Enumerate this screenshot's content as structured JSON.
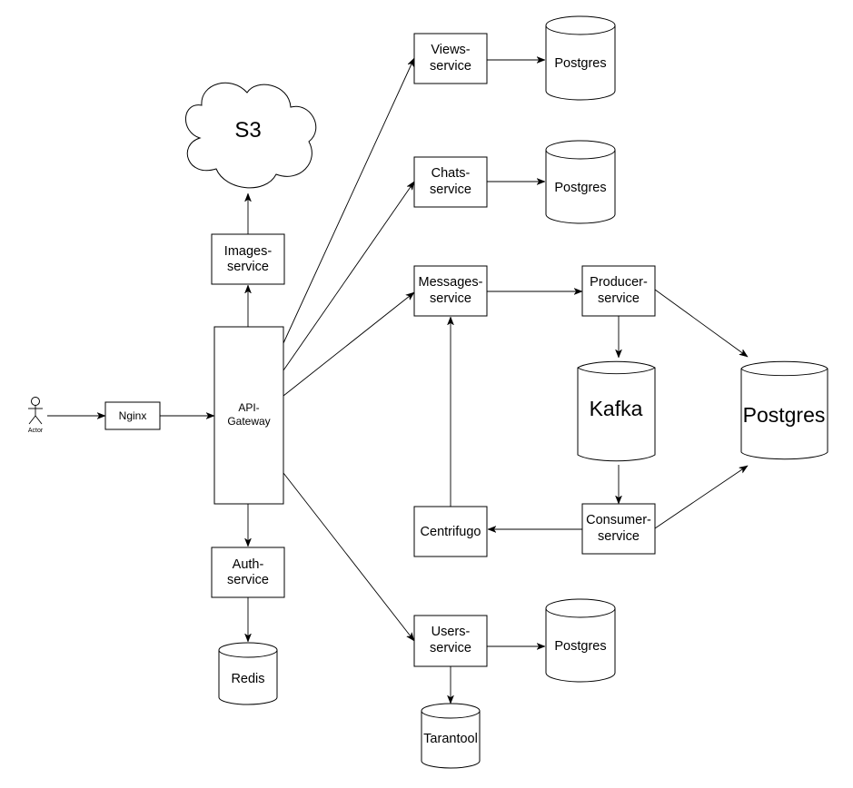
{
  "actor": {
    "label": "Actor"
  },
  "nginx": {
    "label": "Nginx"
  },
  "gateway": {
    "line1": "API-",
    "line2": "Gateway"
  },
  "images": {
    "line1": "Images-",
    "line2": "service"
  },
  "s3": {
    "label": "S3"
  },
  "auth": {
    "line1": "Auth-",
    "line2": "service"
  },
  "redis": {
    "label": "Redis"
  },
  "views": {
    "line1": "Views-",
    "line2": "service",
    "db": "Postgres"
  },
  "chats": {
    "line1": "Chats-",
    "line2": "service",
    "db": "Postgres"
  },
  "messages": {
    "line1": "Messages-",
    "line2": "service"
  },
  "producer": {
    "line1": "Producer-",
    "line2": "service"
  },
  "kafka": {
    "label": "Kafka"
  },
  "postgres_main": {
    "label": "Postgres"
  },
  "consumer": {
    "line1": "Consumer-",
    "line2": "service"
  },
  "centrifugo": {
    "label": "Centrifugo"
  },
  "users": {
    "line1": "Users-",
    "line2": "service",
    "db": "Postgres"
  },
  "tarantool": {
    "label": "Tarantool"
  }
}
